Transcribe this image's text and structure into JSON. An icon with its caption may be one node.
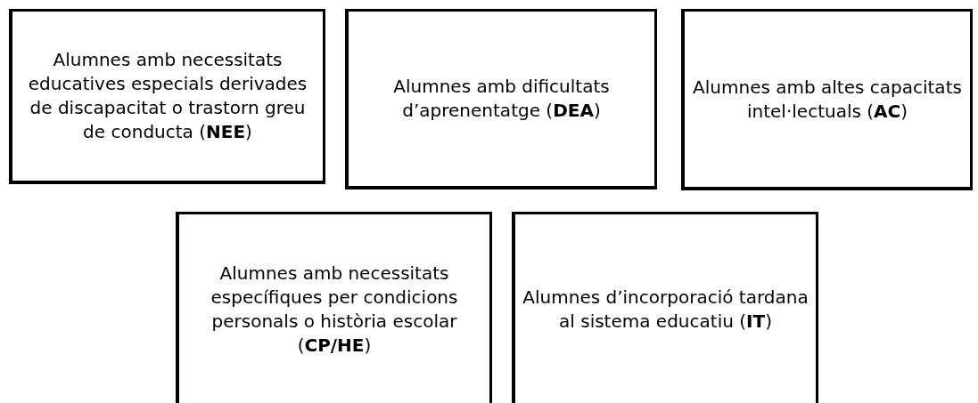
{
  "diagram": {
    "nodes": [
      {
        "text": [
          "Alumnes amb necessitats educatives especials derivades de discapacitat o trastorn greu de conducta (**NEE**)"
        ]
      },
      {
        "text": [
          "Alumnes amb dificultats d’aprenentatge (**DEA**)"
        ]
      },
      {
        "text": [
          "Alumnes amb altes capacitats intel·lectuals (**AC**)"
        ]
      },
      {
        "text": [
          "Alumnes amb necessitats específiques per condicions personals o història escolar (**CP/HE**)"
        ]
      },
      {
        "text": [
          "Alumnes d’incorporació tardana al sistema educatiu (**IT**)"
        ]
      }
    ]
  }
}
